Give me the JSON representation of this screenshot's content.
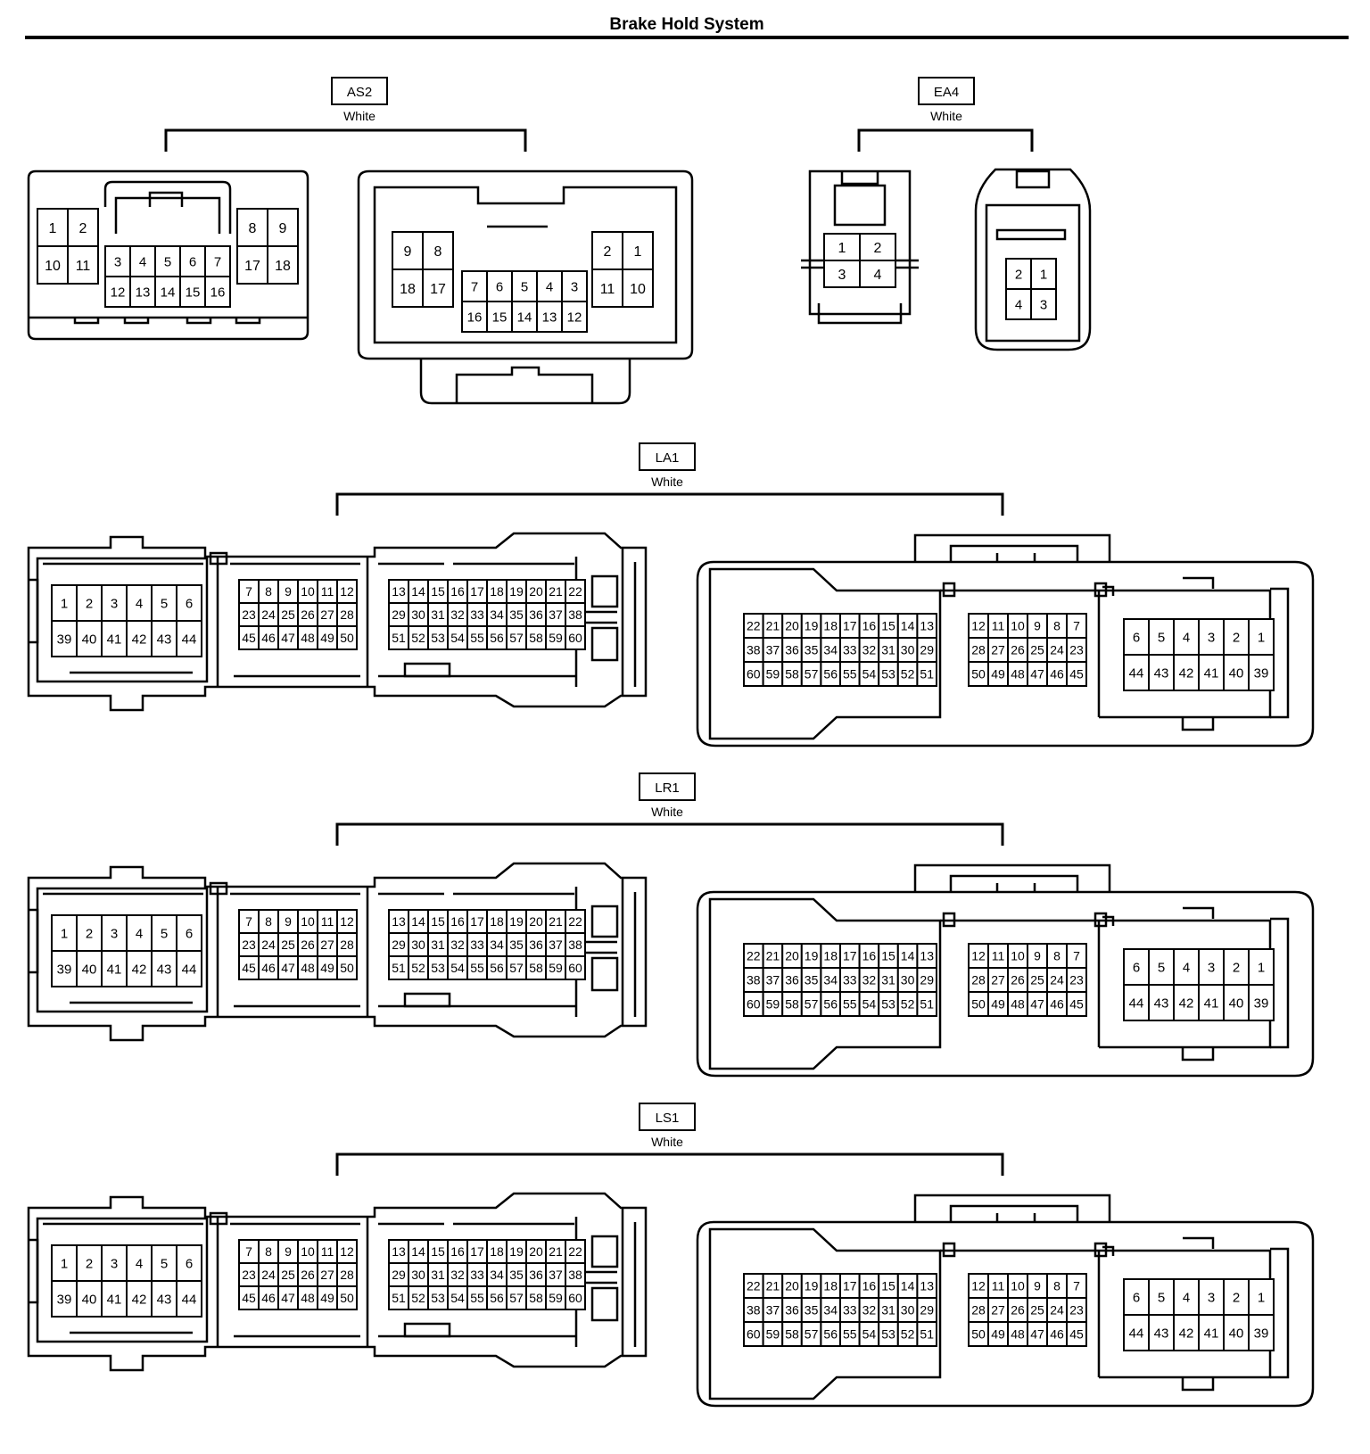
{
  "page": {
    "title": "Brake Hold System"
  },
  "connectors": {
    "as2": {
      "code": "AS2",
      "color": "White",
      "left_part": {
        "left_grid": [
          [
            "1",
            "2"
          ],
          [
            "10",
            "11"
          ]
        ],
        "center_grid": [
          [
            "3",
            "4",
            "5",
            "6",
            "7"
          ],
          [
            "12",
            "13",
            "14",
            "15",
            "16"
          ]
        ],
        "right_grid": [
          [
            "8",
            "9"
          ],
          [
            "17",
            "18"
          ]
        ]
      },
      "right_part": {
        "left_grid": [
          [
            "9",
            "8"
          ],
          [
            "18",
            "17"
          ]
        ],
        "center_grid": [
          [
            "7",
            "6",
            "5",
            "4",
            "3"
          ],
          [
            "16",
            "15",
            "14",
            "13",
            "12"
          ]
        ],
        "right_grid": [
          [
            "2",
            "1"
          ],
          [
            "11",
            "10"
          ]
        ]
      }
    },
    "ea4": {
      "code": "EA4",
      "color": "White",
      "left_part": {
        "grid": [
          [
            "1",
            "2"
          ],
          [
            "3",
            "4"
          ]
        ]
      },
      "right_part": {
        "grid": [
          [
            "2",
            "1"
          ],
          [
            "4",
            "3"
          ]
        ]
      }
    },
    "la1": {
      "code": "LA1",
      "color": "White",
      "left_part": {
        "block1": [
          [
            "1",
            "2",
            "3",
            "4",
            "5",
            "6"
          ],
          [
            "39",
            "40",
            "41",
            "42",
            "43",
            "44"
          ]
        ],
        "block2": [
          [
            "7",
            "8",
            "9",
            "10",
            "11",
            "12"
          ],
          [
            "23",
            "24",
            "25",
            "26",
            "27",
            "28"
          ],
          [
            "45",
            "46",
            "47",
            "48",
            "49",
            "50"
          ]
        ],
        "block3": [
          [
            "13",
            "14",
            "15",
            "16",
            "17",
            "18",
            "19",
            "20",
            "21",
            "22"
          ],
          [
            "29",
            "30",
            "31",
            "32",
            "33",
            "34",
            "35",
            "36",
            "37",
            "38"
          ],
          [
            "51",
            "52",
            "53",
            "54",
            "55",
            "56",
            "57",
            "58",
            "59",
            "60"
          ]
        ]
      },
      "right_part": {
        "block1": [
          [
            "22",
            "21",
            "20",
            "19",
            "18",
            "17",
            "16",
            "15",
            "14",
            "13"
          ],
          [
            "38",
            "37",
            "36",
            "35",
            "34",
            "33",
            "32",
            "31",
            "30",
            "29"
          ],
          [
            "60",
            "59",
            "58",
            "57",
            "56",
            "55",
            "54",
            "53",
            "52",
            "51"
          ]
        ],
        "block2": [
          [
            "12",
            "11",
            "10",
            "9",
            "8",
            "7"
          ],
          [
            "28",
            "27",
            "26",
            "25",
            "24",
            "23"
          ],
          [
            "50",
            "49",
            "48",
            "47",
            "46",
            "45"
          ]
        ],
        "block3": [
          [
            "6",
            "5",
            "4",
            "3",
            "2",
            "1"
          ],
          [
            "44",
            "43",
            "42",
            "41",
            "40",
            "39"
          ]
        ]
      }
    },
    "lr1": {
      "code": "LR1",
      "color": "White",
      "left_part": {
        "block1": [
          [
            "1",
            "2",
            "3",
            "4",
            "5",
            "6"
          ],
          [
            "39",
            "40",
            "41",
            "42",
            "43",
            "44"
          ]
        ],
        "block2": [
          [
            "7",
            "8",
            "9",
            "10",
            "11",
            "12"
          ],
          [
            "23",
            "24",
            "25",
            "26",
            "27",
            "28"
          ],
          [
            "45",
            "46",
            "47",
            "48",
            "49",
            "50"
          ]
        ],
        "block3": [
          [
            "13",
            "14",
            "15",
            "16",
            "17",
            "18",
            "19",
            "20",
            "21",
            "22"
          ],
          [
            "29",
            "30",
            "31",
            "32",
            "33",
            "34",
            "35",
            "36",
            "37",
            "38"
          ],
          [
            "51",
            "52",
            "53",
            "54",
            "55",
            "56",
            "57",
            "58",
            "59",
            "60"
          ]
        ]
      },
      "right_part": {
        "block1": [
          [
            "22",
            "21",
            "20",
            "19",
            "18",
            "17",
            "16",
            "15",
            "14",
            "13"
          ],
          [
            "38",
            "37",
            "36",
            "35",
            "34",
            "33",
            "32",
            "31",
            "30",
            "29"
          ],
          [
            "60",
            "59",
            "58",
            "57",
            "56",
            "55",
            "54",
            "53",
            "52",
            "51"
          ]
        ],
        "block2": [
          [
            "12",
            "11",
            "10",
            "9",
            "8",
            "7"
          ],
          [
            "28",
            "27",
            "26",
            "25",
            "24",
            "23"
          ],
          [
            "50",
            "49",
            "48",
            "47",
            "46",
            "45"
          ]
        ],
        "block3": [
          [
            "6",
            "5",
            "4",
            "3",
            "2",
            "1"
          ],
          [
            "44",
            "43",
            "42",
            "41",
            "40",
            "39"
          ]
        ]
      }
    },
    "ls1": {
      "code": "LS1",
      "color": "White",
      "left_part": {
        "block1": [
          [
            "1",
            "2",
            "3",
            "4",
            "5",
            "6"
          ],
          [
            "39",
            "40",
            "41",
            "42",
            "43",
            "44"
          ]
        ],
        "block2": [
          [
            "7",
            "8",
            "9",
            "10",
            "11",
            "12"
          ],
          [
            "23",
            "24",
            "25",
            "26",
            "27",
            "28"
          ],
          [
            "45",
            "46",
            "47",
            "48",
            "49",
            "50"
          ]
        ],
        "block3": [
          [
            "13",
            "14",
            "15",
            "16",
            "17",
            "18",
            "19",
            "20",
            "21",
            "22"
          ],
          [
            "29",
            "30",
            "31",
            "32",
            "33",
            "34",
            "35",
            "36",
            "37",
            "38"
          ],
          [
            "51",
            "52",
            "53",
            "54",
            "55",
            "56",
            "57",
            "58",
            "59",
            "60"
          ]
        ]
      },
      "right_part": {
        "block1": [
          [
            "22",
            "21",
            "20",
            "19",
            "18",
            "17",
            "16",
            "15",
            "14",
            "13"
          ],
          [
            "38",
            "37",
            "36",
            "35",
            "34",
            "33",
            "32",
            "31",
            "30",
            "29"
          ],
          [
            "60",
            "59",
            "58",
            "57",
            "56",
            "55",
            "54",
            "53",
            "52",
            "51"
          ]
        ],
        "block2": [
          [
            "12",
            "11",
            "10",
            "9",
            "8",
            "7"
          ],
          [
            "28",
            "27",
            "26",
            "25",
            "24",
            "23"
          ],
          [
            "50",
            "49",
            "48",
            "47",
            "46",
            "45"
          ]
        ],
        "block3": [
          [
            "6",
            "5",
            "4",
            "3",
            "2",
            "1"
          ],
          [
            "44",
            "43",
            "42",
            "41",
            "40",
            "39"
          ]
        ]
      }
    }
  }
}
